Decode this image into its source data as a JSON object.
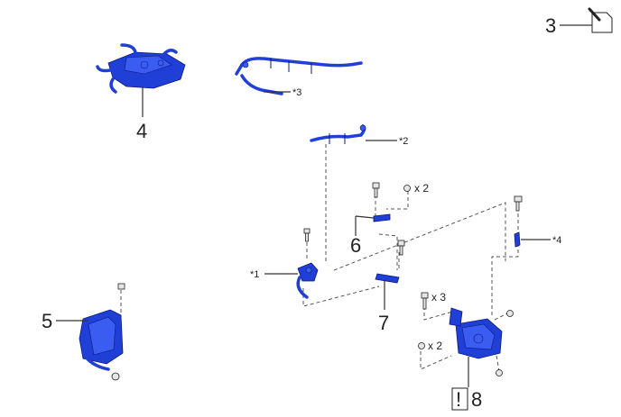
{
  "callouts": {
    "c3": "3",
    "c4": "4",
    "c5": "5",
    "c6": "6",
    "c7": "7",
    "c8": "8",
    "s1": "*1",
    "s2": "*2",
    "s3": "*3",
    "s4": "*4"
  },
  "quantities": {
    "q6": "x 2",
    "q8a": "x 3",
    "q8b": "x 2"
  },
  "markers": {
    "caution": "!"
  },
  "colors": {
    "part": "#1f3fd6",
    "line": "#333333"
  }
}
